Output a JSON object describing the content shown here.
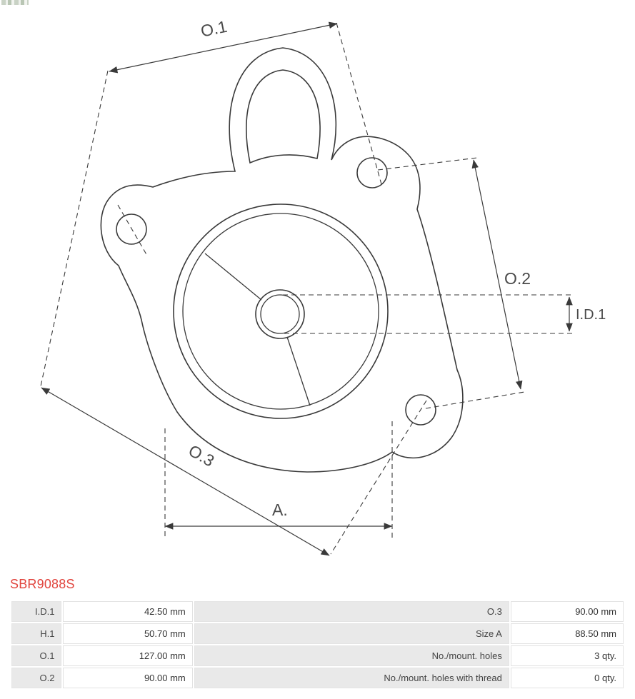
{
  "part": {
    "number": "SBR9088S"
  },
  "diagram": {
    "labels": {
      "o1": "O.1",
      "o2": "O.2",
      "o3": "O.3",
      "id1": "I.D.1",
      "a": "A."
    }
  },
  "specs": {
    "rows": [
      {
        "c0": "I.D.1",
        "c1": "42.50 mm",
        "c2": "O.3",
        "c3": "90.00 mm"
      },
      {
        "c0": "H.1",
        "c1": "50.70 mm",
        "c2": "Size A",
        "c3": "88.50 mm"
      },
      {
        "c0": "O.1",
        "c1": "127.00 mm",
        "c2": "No./mount. holes",
        "c3": "3 qty."
      },
      {
        "c0": "O.2",
        "c1": "90.00 mm",
        "c2": "No./mount. holes with thread",
        "c3": "0 qty."
      }
    ]
  },
  "colors": {
    "accent_red": "#e1453e",
    "label_cell_bg": "#e9e9e9",
    "line": "#3a3a3a"
  }
}
